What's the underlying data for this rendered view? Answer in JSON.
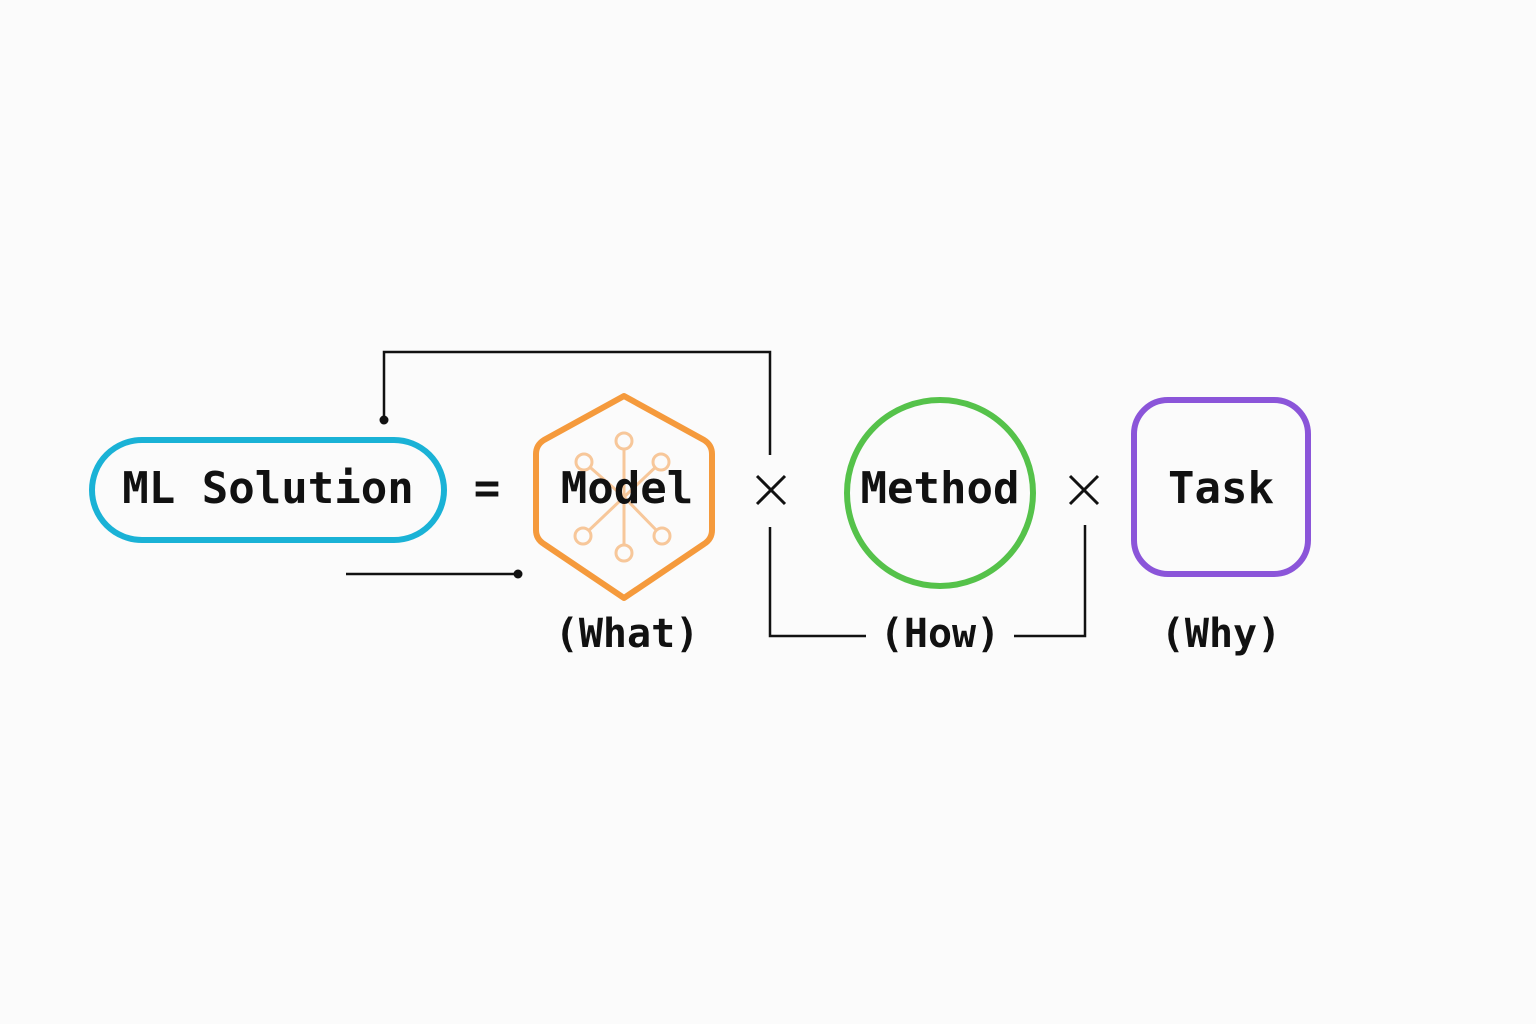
{
  "equation": {
    "lhs": "ML Solution",
    "equals": "=",
    "times": "×",
    "terms": [
      {
        "label": "Model",
        "role": "(What)",
        "color": "#f59a3c",
        "shape": "hexagon",
        "icon": "network-icon"
      },
      {
        "label": "Method",
        "role": "(How)",
        "color": "#55c24a",
        "shape": "circle"
      },
      {
        "label": "Task",
        "role": "(Why)",
        "color": "#8b55d9",
        "shape": "rounded-square"
      }
    ],
    "lhs_color": "#1ab2d6",
    "connector_color": "#111111",
    "icon_color": "#f7c79a"
  }
}
